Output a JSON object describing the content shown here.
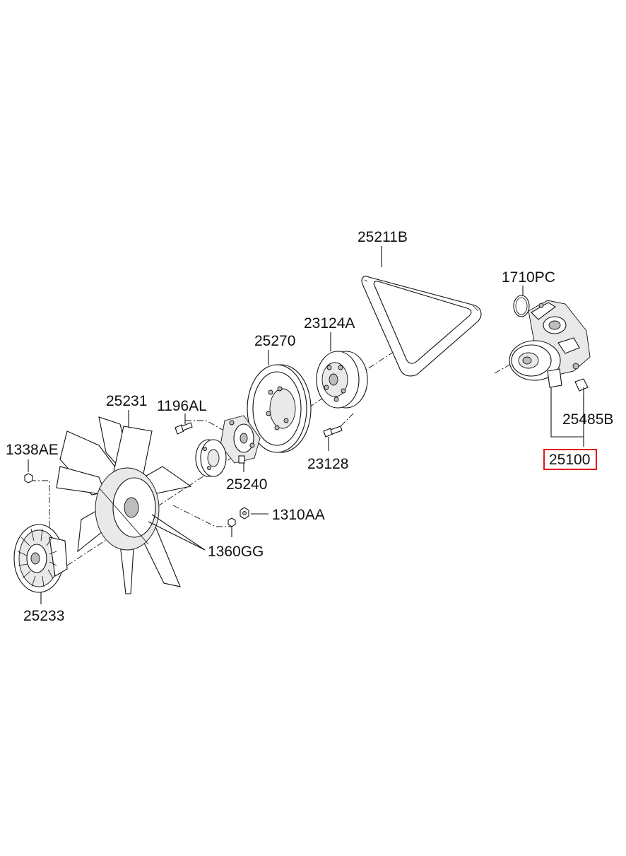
{
  "labels": {
    "belt": "25211B",
    "gasket": "1710PC",
    "water_pump": "25100",
    "sensor": "25485B",
    "pulley_large": "25270",
    "pulley_small": "23124A",
    "bolt_1196": "1196AL",
    "bolt_23128": "23128",
    "hub_spacer": "25240",
    "fan": "25231",
    "nut_1338": "1338AE",
    "nut_1310": "1310AA",
    "bolt_1360": "1360GG",
    "fan_clutch": "25233"
  },
  "highlight": {
    "part": "25100",
    "color": "#e0161b"
  }
}
